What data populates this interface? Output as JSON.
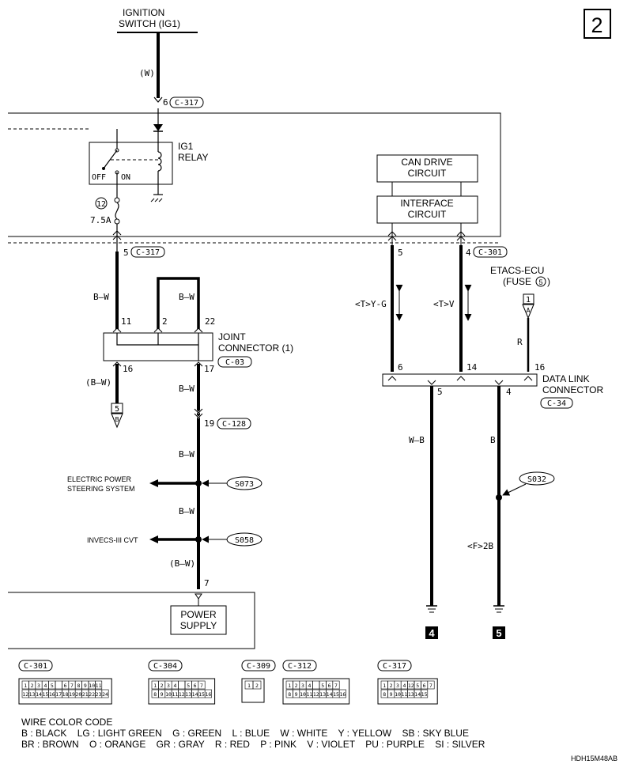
{
  "page_number": "2",
  "footer_code": "HDH15M48AB",
  "ignition": {
    "line1": "IGNITION",
    "line2": "SWITCH (IG1)",
    "wire": "(W)",
    "pin": "6",
    "connector": "C-317"
  },
  "relay": {
    "line1": "IG1",
    "line2": "RELAY",
    "off": "OFF",
    "on": "ON"
  },
  "fuse": {
    "number": "12",
    "rating": "7.5A"
  },
  "etacs_top": {
    "pin": "5",
    "connector": "C-317"
  },
  "can_drive": {
    "line1": "CAN DRIVE",
    "line2": "CIRCUIT"
  },
  "interface": {
    "line1": "INTERFACE",
    "line2": "CIRCUIT"
  },
  "c301": {
    "pin_a": "5",
    "pin_b": "4",
    "connector": "C-301"
  },
  "etacs_fuse": {
    "line1": "ETACS-ECU",
    "line2": "(FUSE",
    "fuse_no": "5",
    "line2_end": ")",
    "term": "1",
    "term_letter": "A"
  },
  "wires": {
    "bw_upper_left": "B—W",
    "bw_upper_right": "B—W",
    "yg": "<T>Y-G",
    "v": "<T>V",
    "r": "R",
    "bw_paren_left": "(B—W)",
    "bw_mid1": "B—W",
    "bw_mid2": "B—W",
    "bw_mid3": "B—W",
    "bw_paren_bottom": "(B—W)",
    "wb": "W—B",
    "b": "B",
    "f2b": "<F>2B"
  },
  "joint": {
    "line1": "JOINT",
    "line2": "CONNECTOR (1)",
    "connector": "C-03",
    "pins_top": [
      "11",
      "2",
      "22"
    ],
    "pins_bottom": [
      "16",
      "17"
    ]
  },
  "left_ref": {
    "box": "5",
    "letter": "B"
  },
  "c128": {
    "pin": "19",
    "connector": "C-128"
  },
  "eps": {
    "line1": "ELECTRIC POWER",
    "line2": "STEERING SYSTEM",
    "splice": "S073"
  },
  "cvt": {
    "label": "INVECS-III CVT",
    "splice": "S058"
  },
  "power_supply": {
    "pin": "7",
    "line1": "POWER",
    "line2": "SUPPLY"
  },
  "dlc": {
    "line1": "DATA LINK",
    "line2": "CONNECTOR",
    "connector": "C-34",
    "pins_top": [
      "6",
      "14",
      "16"
    ],
    "pins_bottom": [
      "5",
      "4"
    ]
  },
  "s032": "S032",
  "grounds": [
    "4",
    "5"
  ],
  "connector_views": [
    {
      "name": "C-301",
      "row1": [
        "1",
        "2",
        "3",
        "4",
        "5",
        "",
        "6",
        "7",
        "8",
        "9",
        "10",
        "11"
      ],
      "row2": [
        "12",
        "13",
        "14",
        "15",
        "16",
        "17",
        "18",
        "19",
        "20",
        "21",
        "22",
        "23",
        "24"
      ]
    },
    {
      "name": "C-304",
      "row1": [
        "1",
        "2",
        "3",
        "4",
        "",
        "5",
        "6",
        "7"
      ],
      "row2": [
        "8",
        "9",
        "10",
        "11",
        "12",
        "13",
        "14",
        "15",
        "16"
      ]
    },
    {
      "name": "C-309",
      "row1": [
        "1",
        "2"
      ],
      "row2": []
    },
    {
      "name": "C-312",
      "row1": [
        "1",
        "2",
        "3",
        "4",
        "",
        "5",
        "6",
        "7"
      ],
      "row2": [
        "8",
        "9",
        "10",
        "11",
        "12",
        "13",
        "14",
        "15",
        "16"
      ]
    },
    {
      "name": "C-317",
      "row1": [
        "1",
        "2",
        "3",
        "4",
        "12",
        "5",
        "6",
        "7"
      ],
      "row2": [
        "8",
        "9",
        "10",
        "11",
        "13",
        "14",
        "15"
      ]
    }
  ],
  "color_code": {
    "title": "WIRE COLOR CODE",
    "line1": "B : BLACK    LG : LIGHT GREEN    G : GREEN    L : BLUE    W : WHITE    Y : YELLOW    SB : SKY BLUE",
    "line2": "BR : BROWN    O : ORANGE    GR : GRAY    R : RED    P : PINK    V : VIOLET    PU : PURPLE    SI : SILVER"
  }
}
